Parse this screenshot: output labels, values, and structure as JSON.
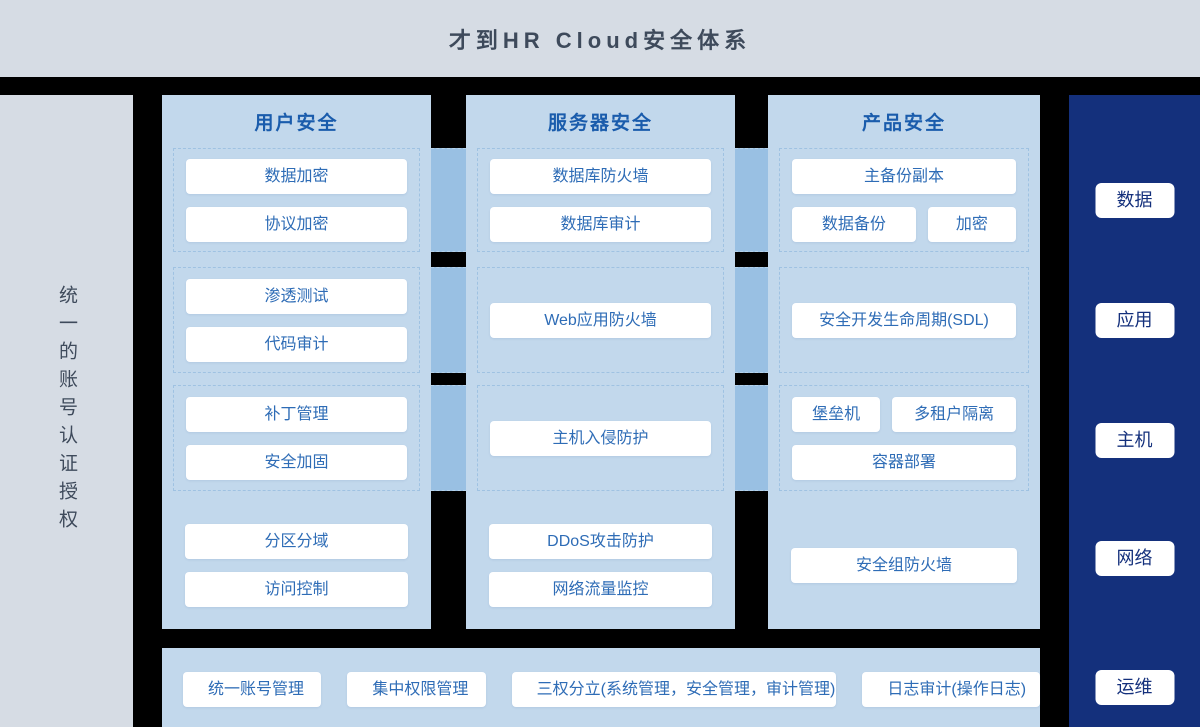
{
  "title": "才到HR Cloud安全体系",
  "left_sidebar": {
    "vertical_text": "统一的账号认证授权"
  },
  "columns": [
    {
      "header": "用户安全",
      "group1": {
        "item1": "数据加密",
        "item2": "协议加密"
      },
      "group2": {
        "item1": "渗透测试",
        "item2": "代码审计"
      },
      "group3": {
        "item1": "补丁管理",
        "item2": "安全加固"
      },
      "group4": {
        "item1": "分区分域",
        "item2": "访问控制"
      }
    },
    {
      "header": "服务器安全",
      "group1": {
        "item1": "数据库防火墙",
        "item2": "数据库审计"
      },
      "group2": {
        "item1": "Web应用防火墙"
      },
      "group3": {
        "item1": "主机入侵防护"
      },
      "group4": {
        "item1": "DDoS攻击防护",
        "item2": "网络流量监控"
      }
    },
    {
      "header": "产品安全",
      "group1": {
        "item1": "主备份副本",
        "item2a": "数据备份",
        "item2b": "加密"
      },
      "group2": {
        "item1": "安全开发生命周期(SDL)"
      },
      "group3": {
        "item1a": "堡垒机",
        "item1b": "多租户隔离",
        "item2": "容器部署"
      },
      "group4": {
        "item1": "安全组防火墙"
      }
    }
  ],
  "right_sidebar": {
    "labels": [
      "数据",
      "应用",
      "主机",
      "网络",
      "运维"
    ]
  },
  "bottom_bar": {
    "items": [
      "统一账号管理",
      "集中权限管理",
      "三权分立(系统管理，安全管理，审计管理)",
      "日志审计(操作日志)"
    ]
  },
  "colors": {
    "header_bg": "#d6dce4",
    "column_bg": "#c2d8ec",
    "bridge_bg": "#99c0e3",
    "navy_bg": "#14307c",
    "button_text": "#2e6cb6",
    "column_header_text": "#1a5cac",
    "title_text": "#3e4a5b",
    "canvas_bg": "#000000"
  }
}
